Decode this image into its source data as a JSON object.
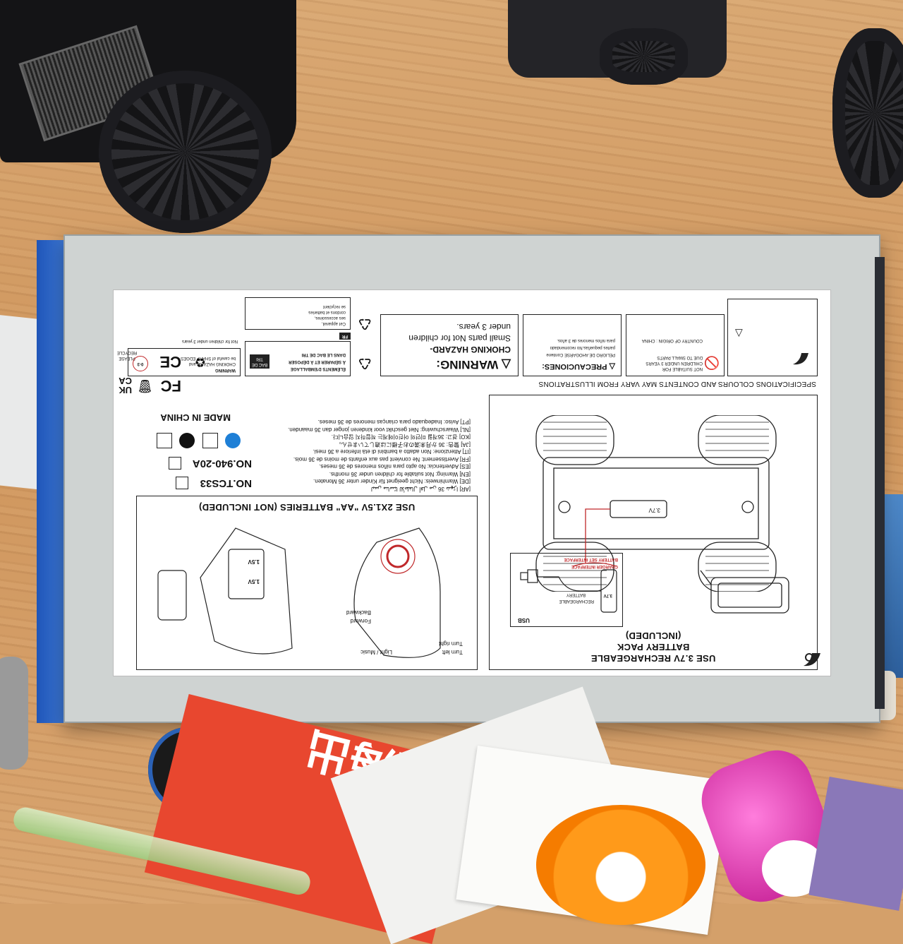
{
  "label": {
    "right_panel": {
      "title_line1": "USE 3.7V RECHARGEABLE",
      "title_line2": "BATTERY PACK",
      "title_line3": "(INCLUDED)",
      "usb_label": "USB",
      "battery_label_1": "RECHARGEABLE",
      "battery_label_2": "BATTERY",
      "battery_voltage": "3.7V",
      "charger_interface": "CHARGER INTERFACE",
      "battery_set_interface": "BATTERY SET INTERFACE"
    },
    "left_panel": {
      "title": "USE 2X1.5V \"AA\" BATTERIES (NOT INCLUDED)",
      "forward": "Forward",
      "backward": "Backward",
      "turn_left": "Turn left",
      "turn_right": "Turn right",
      "light_music": "Light / Music",
      "cell_voltage": "1.5V"
    },
    "models": {
      "model_1": "NO.TCS33",
      "model_2": "NO.940-20A",
      "made_in": "MADE IN CHINA"
    },
    "warnings": [
      "[AR] ليس مناسبًا للأطفال أقل من 36 شهرًا",
      "[DE] Warnhinweis: Nicht geeignet für Kinder unter 36 Monaten.",
      "[EN] Warning: Not suitable for children under 36 months.",
      "[ES] Advertencia: No apto para niños menores de 36 meses.",
      "[FR] Avertissement: Ne convient pas aux enfants de moins de 36 mois.",
      "[IT] Attenzione: Non adatto a bambini di età inferiore a 36 mesi.",
      "[JA] 警告: 36 か月未満のお子様には適していません。",
      "[KO] 경고: 36개월 미만의 어린이에게는 적합하지 않습니다.",
      "[NL] Waarschuwing: Niet geschikt voor kinderen jonger dan 36 maanden.",
      "[PT] Aviso: Inadequado para crianças menores de 36 meses."
    ],
    "spec_notice": "SPECIFICATIONS COLOURS AND CONTENTS MAY VARY FROM ILLUSTRATIONS",
    "choking": {
      "head": "WARNING:",
      "line1": "CHOKING HAZARD-",
      "line2": "Small parts Not for children",
      "line3": "under 3 years."
    },
    "precauciones": {
      "head": "PRECAUCIONES:",
      "line1": "PELIGRO DE AHOGARSE Contiene",
      "line2": "partes pequeñas.No recomendado",
      "line3": "para niños menores de 3 años."
    },
    "not_suitable": {
      "line1": "NOT SUITABLE FOR",
      "line2": "CHILDREN UNDER 3 YEARS",
      "line3": "DUE TO SMALL PARTS",
      "line4": "COUNTRY OF ORIGIN : CHINA"
    },
    "fr_recycle": {
      "fr": "FR",
      "line1": "ÉLÉMENTS D'EMBALLAGE",
      "line2": "À SÉPARER ET À DÉPOSER",
      "line3": "DANS LE BAC DE TRI",
      "bac": "BAC DE TRI"
    },
    "appareil": {
      "line1": "Cet appareil,",
      "line2": "ses accessoires,",
      "line3": "cordons et batteries",
      "line4": "se recyclent"
    },
    "sharp_warning": {
      "head": "WARNING",
      "line1": "CHOKING HAZARD and",
      "line2": "be careful of SHARP EDGES",
      "line3": "Not for children under 3 years",
      "age": "0-3"
    },
    "marks": {
      "ce": "CE",
      "fc": "FC",
      "ukca": "UK CA",
      "please_recycle": "PLEASE RECYCLE"
    },
    "colors": {
      "swatch_blue": "#1e7fd6",
      "swatch_black": "#111111"
    }
  },
  "background": {
    "poster_text": "上海出"
  },
  "colors": {
    "box_blue": "#2a66c8",
    "lid_grey": "#cfd3d2",
    "desk_wood": "#d4a06a"
  }
}
